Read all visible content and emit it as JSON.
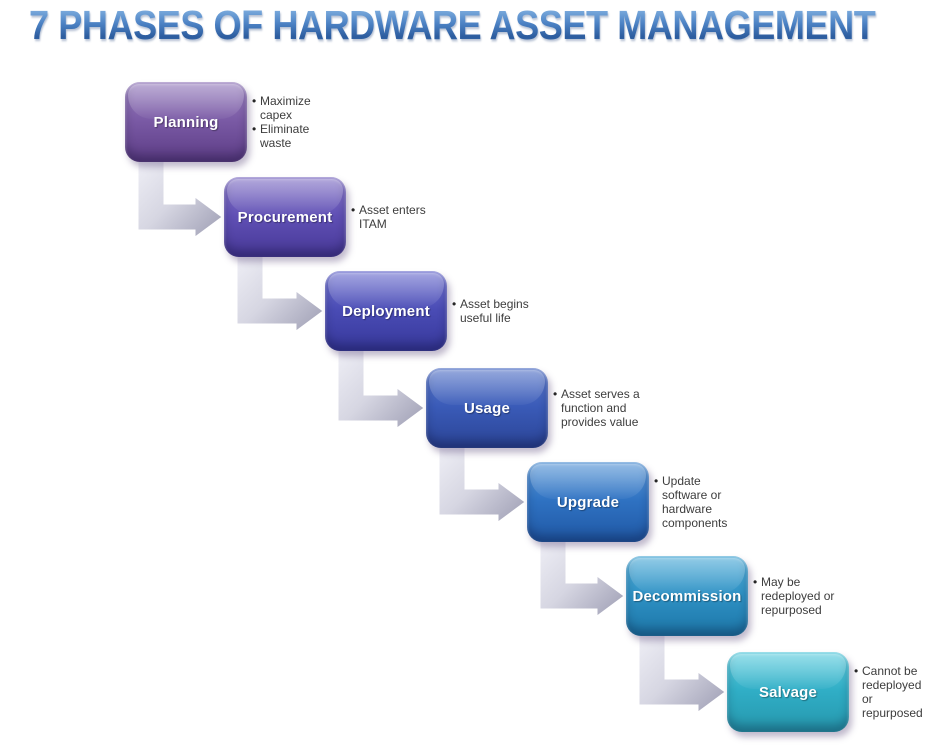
{
  "title": "7 PHASES OF HARDWARE ASSET MANAGEMENT",
  "diagram": {
    "bullet_char": "•",
    "phases": [
      {
        "label": "Planning",
        "bullets": [
          "Maximize\ncapex",
          "Eliminate\nwaste"
        ],
        "colors": {
          "top": "#9b83c0",
          "mid": "#7a5aa5",
          "bottom": "#5c3c85"
        }
      },
      {
        "label": "Procurement",
        "bullets": [
          "Asset enters\nITAM"
        ],
        "colors": {
          "top": "#8a7ac9",
          "mid": "#6050b5",
          "bottom": "#473897"
        }
      },
      {
        "label": "Deployment",
        "bullets": [
          "Asset begins\nuseful life"
        ],
        "colors": {
          "top": "#7577d2",
          "mid": "#4a4cb5",
          "bottom": "#37389b"
        }
      },
      {
        "label": "Usage",
        "bullets": [
          "Asset serves a\nfunction and\nprovides value"
        ],
        "colors": {
          "top": "#5e7bcb",
          "mid": "#3a5bb8",
          "bottom": "#2b4496"
        }
      },
      {
        "label": "Upgrade",
        "bullets": [
          "Update\nsoftware or\nhardware\ncomponents"
        ],
        "colors": {
          "top": "#5e9ad8",
          "mid": "#2f72c2",
          "bottom": "#2058a5"
        }
      },
      {
        "label": "Decommission",
        "bullets": [
          "May be\nredeployed or\nrepurposed"
        ],
        "colors": {
          "top": "#57b0da",
          "mid": "#2e91c4",
          "bottom": "#1d76a8"
        }
      },
      {
        "label": "Salvage",
        "bullets": [
          "Cannot be\nredeployed\nor\nrepurposed"
        ],
        "colors": {
          "top": "#63cfe0",
          "mid": "#30aec6",
          "bottom": "#2697ad"
        }
      }
    ]
  }
}
